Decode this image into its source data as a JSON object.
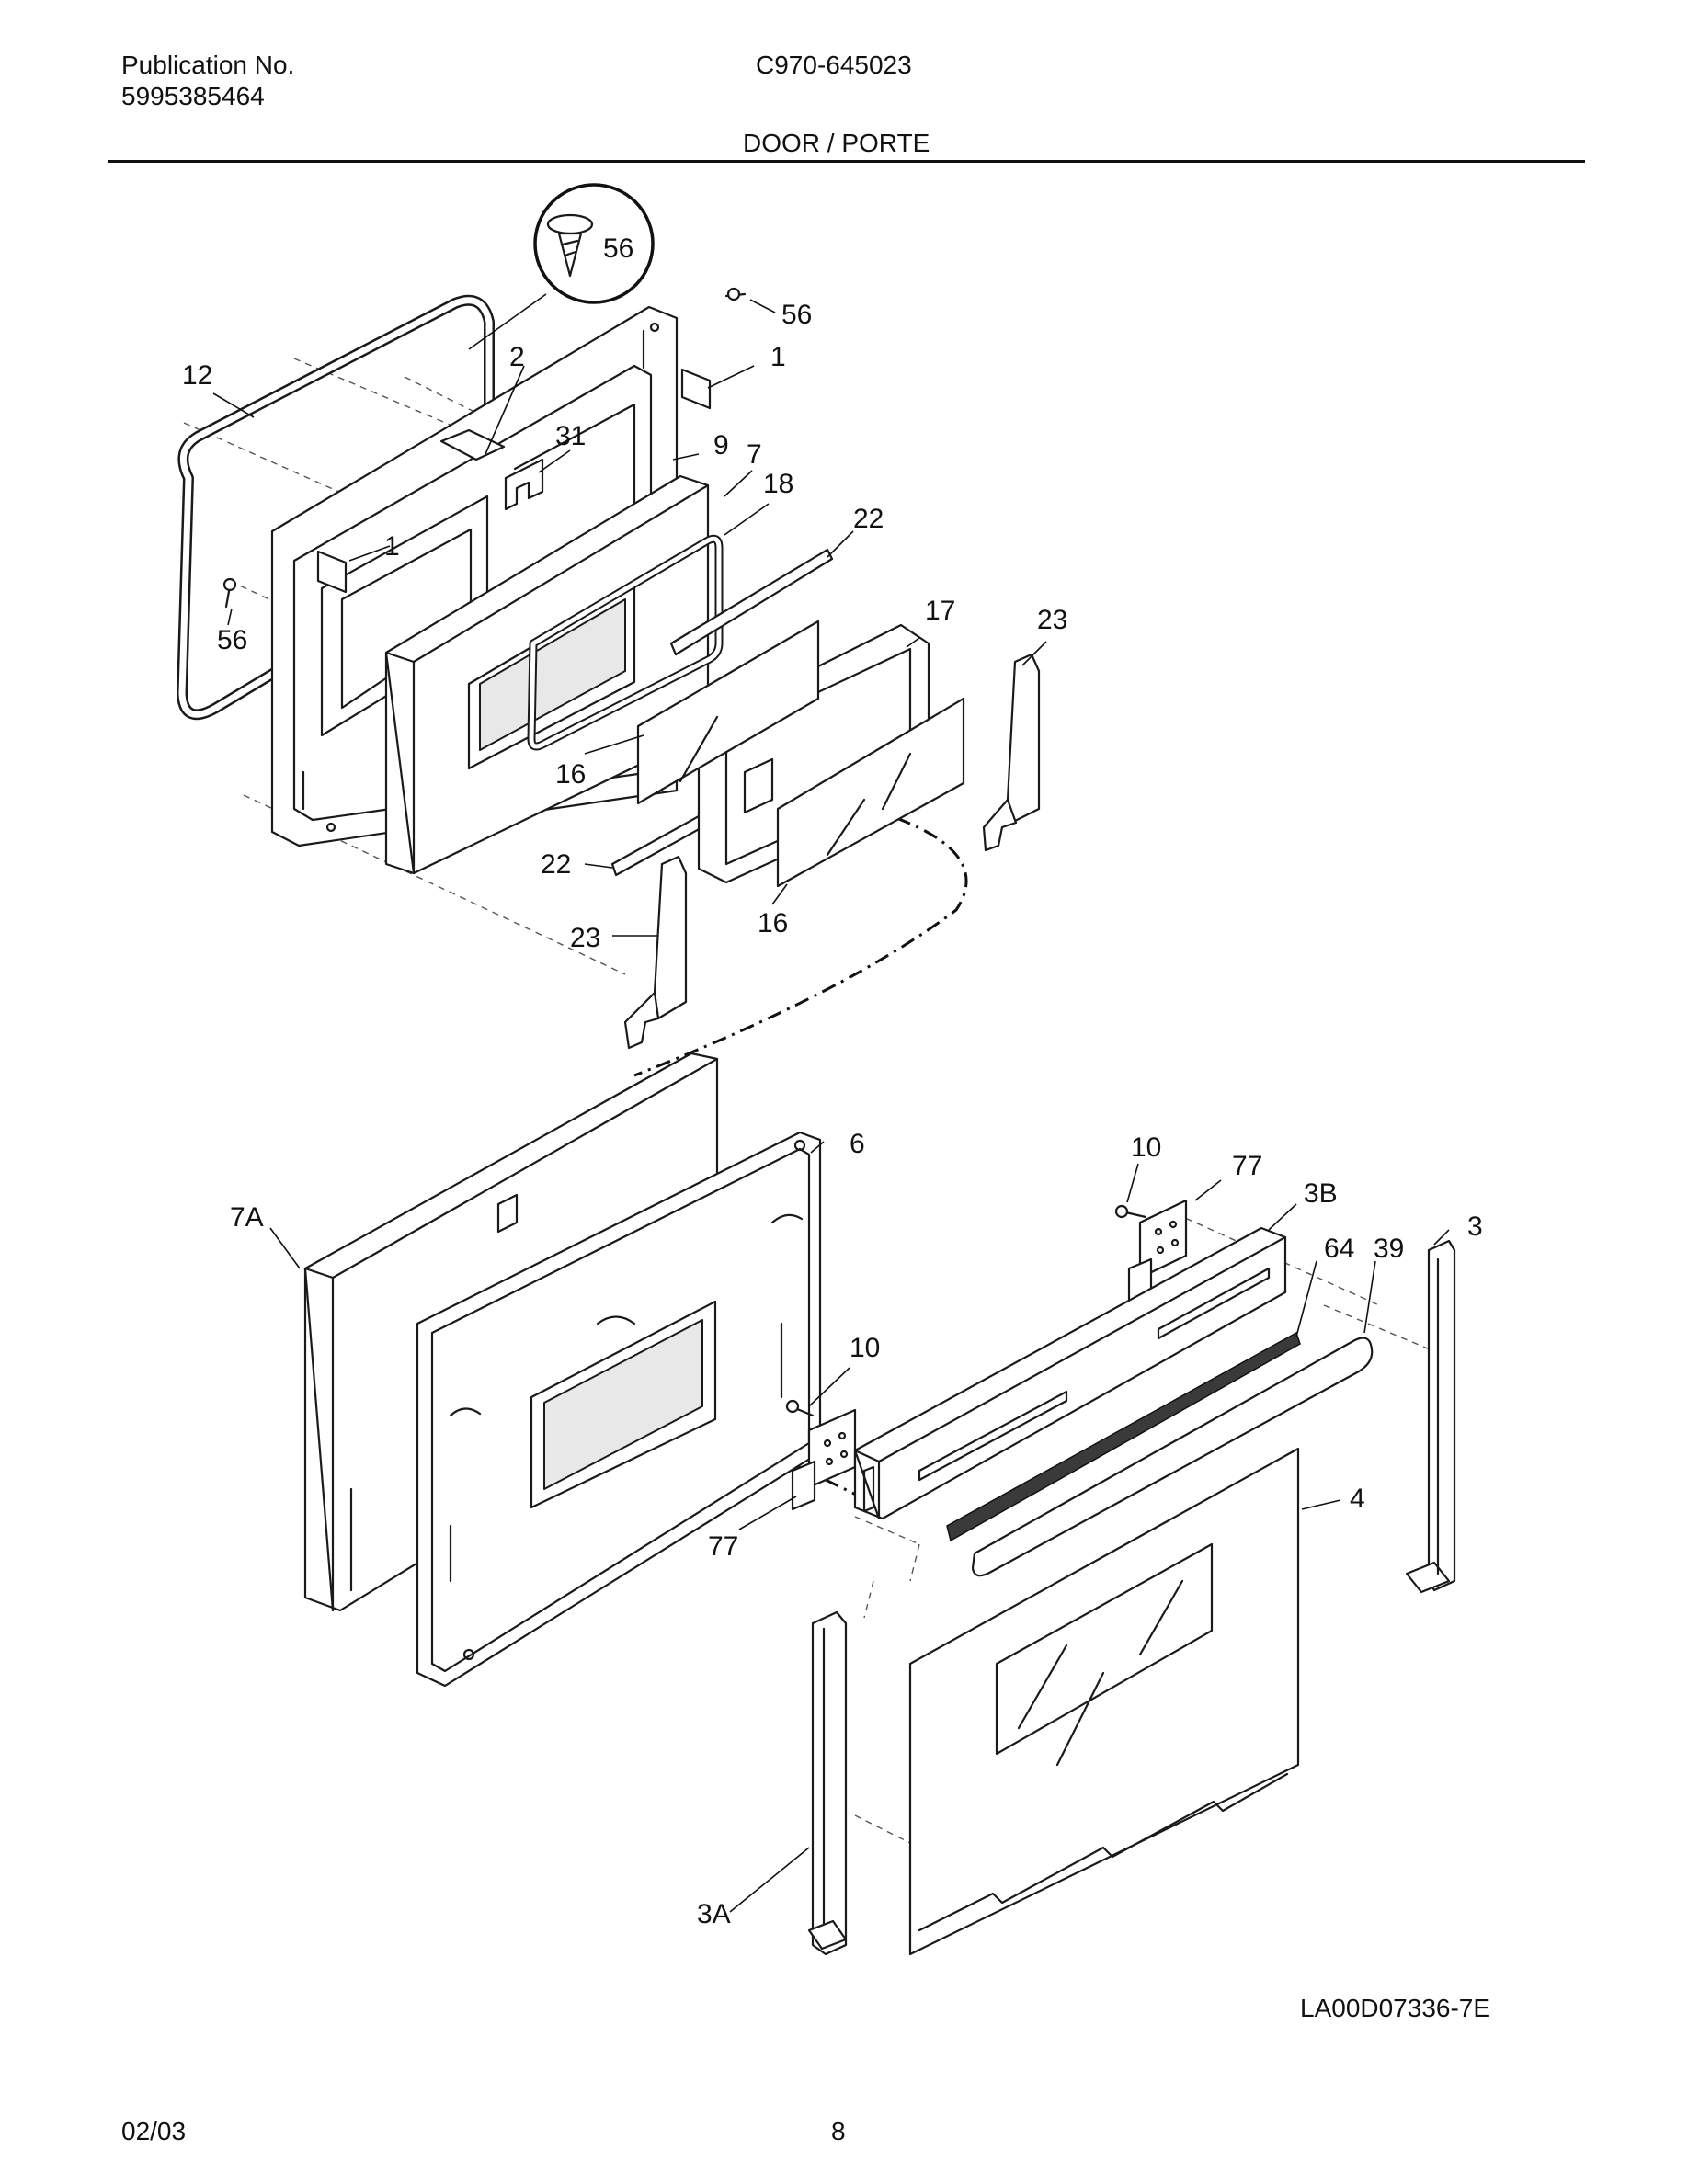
{
  "header": {
    "publication_label": "Publication No.",
    "publication_number": "5995385464",
    "model": "C970-645023",
    "section_title": "DOOR / PORTE"
  },
  "callouts": {
    "c56_detail": "56",
    "c56_top": "56",
    "c1_top": "1",
    "c12": "12",
    "c2": "2",
    "c31": "31",
    "c9": "9",
    "c7": "7",
    "c18": "18",
    "c1_mid": "1",
    "c22_top": "22",
    "c17": "17",
    "c23_right": "23",
    "c56_left": "56",
    "c16_left": "16",
    "c22_bottom": "22",
    "c16_bottom": "16",
    "c23_left": "23",
    "c6": "6",
    "c7A": "7A",
    "c10_top": "10",
    "c77_top": "77",
    "c3B": "3B",
    "c64": "64",
    "c39": "39",
    "c3": "3",
    "c10_mid": "10",
    "c77_bottom": "77",
    "c4": "4",
    "c3A": "3A"
  },
  "footer": {
    "drawing_code": "LA00D07336-7E",
    "date": "02/03",
    "page_number": "8"
  }
}
